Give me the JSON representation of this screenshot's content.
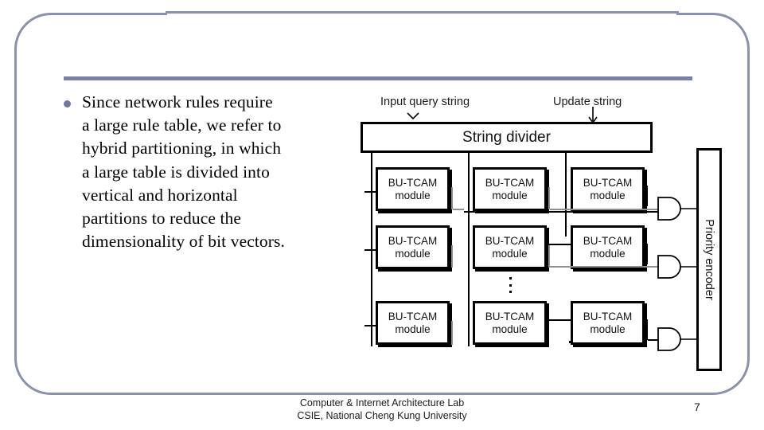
{
  "slide": {
    "frame_color": "#8a90b0",
    "rule_color": "#7a81a8",
    "bullet_color": "#6f76a2"
  },
  "body": {
    "bullet_text": "Since network rules require\na large rule table, we refer to\nhybrid partitioning, in which\na large table is divided into\nvertical and horizontal\npartitions to reduce the\ndimensionality of bit vectors."
  },
  "figure": {
    "input_label": "Input query string",
    "update_label": "Update string",
    "divider_label": "String divider",
    "encoder_label": "Priority encoder",
    "module_label_line1": "BU-TCAM",
    "module_label_line2": "module",
    "modules": [
      {
        "row": 1,
        "col": 1,
        "line1": "BU-TCAM",
        "line2": "module"
      },
      {
        "row": 1,
        "col": 2,
        "line1": "BU-TCAM",
        "line2": "module"
      },
      {
        "row": 1,
        "col": 3,
        "line1": "BU-TCAM",
        "line2": "module"
      },
      {
        "row": 2,
        "col": 1,
        "line1": "BU-TCAM",
        "line2": "module"
      },
      {
        "row": 2,
        "col": 2,
        "line1": "BU-TCAM",
        "line2": "module"
      },
      {
        "row": 2,
        "col": 3,
        "line1": "BU-TCAM",
        "line2": "module"
      },
      {
        "row": 3,
        "col": 1,
        "line1": "BU-TCAM",
        "line2": "module"
      },
      {
        "row": 3,
        "col": 2,
        "line1": "BU-TCAM",
        "line2": "module"
      },
      {
        "row": 3,
        "col": 3,
        "line1": "BU-TCAM",
        "line2": "module"
      }
    ]
  },
  "footer": {
    "text": "Computer & Internet Architecture Lab\nCSIE, National Cheng Kung University",
    "page_number": "7"
  }
}
